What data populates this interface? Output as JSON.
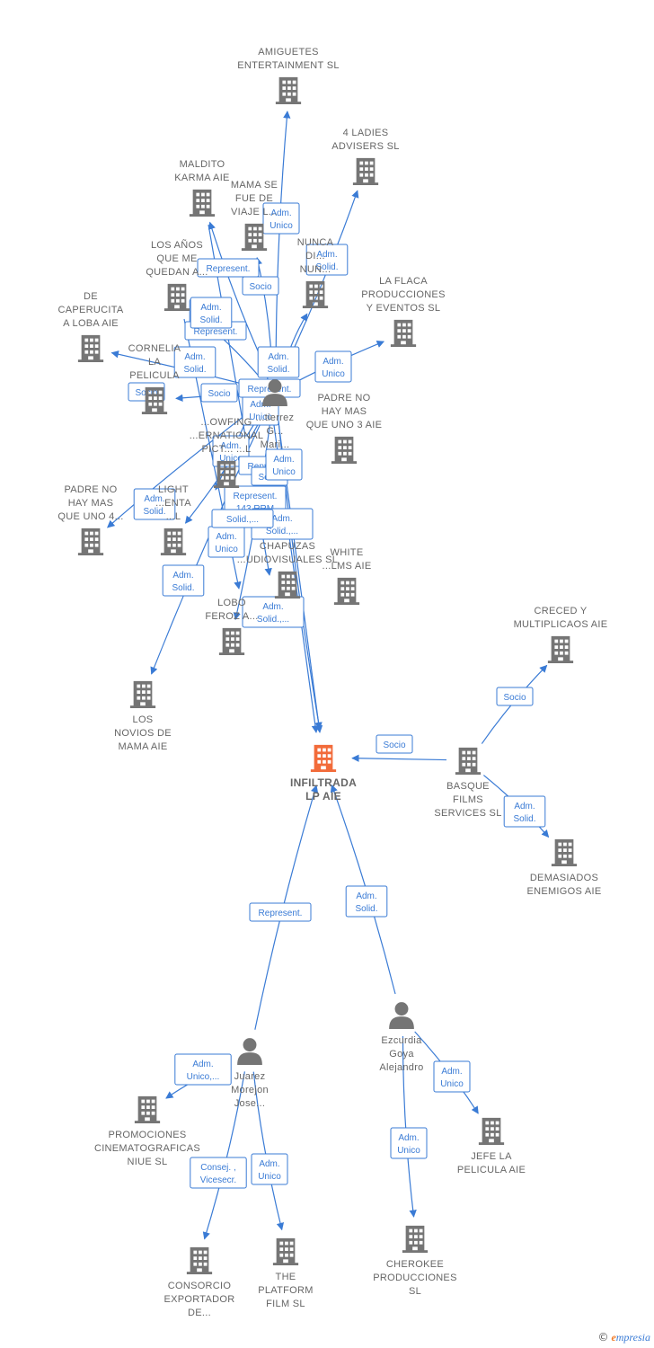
{
  "colors": {
    "node": "#757575",
    "focus": "#f26b3a",
    "edge": "#3a7bd5"
  },
  "nodes": [
    {
      "id": "amiguetes",
      "type": "company",
      "label": [
        "AMIGUETES",
        "ENTERTAINMENT SL"
      ]
    },
    {
      "id": "ladies",
      "type": "company",
      "label": [
        "4 LADIES",
        "ADVISERS  SL"
      ]
    },
    {
      "id": "maldito",
      "type": "company",
      "label": [
        "MALDITO",
        "KARMA AIE"
      ]
    },
    {
      "id": "mama",
      "type": "company",
      "label": [
        "MAMA SE",
        "FUE DE",
        "VIAJE L..."
      ]
    },
    {
      "id": "nunca",
      "type": "company",
      "label": [
        "NUNCA",
        "DI...",
        "NUN..."
      ]
    },
    {
      "id": "losanos",
      "type": "company",
      "label": [
        "LOS AÑOS",
        "QUE ME",
        "QUEDAN  A..."
      ]
    },
    {
      "id": "laflaca",
      "type": "company",
      "label": [
        "LA FLACA",
        "PRODUCCIONES",
        "Y EVENTOS  SL"
      ]
    },
    {
      "id": "caperucita",
      "type": "company",
      "label": [
        "DE",
        "CAPERUCITA",
        "A LOBA  AIE"
      ]
    },
    {
      "id": "cornelia",
      "type": "company",
      "label": [
        "CORNELIA",
        "LA",
        "PELICULA"
      ]
    },
    {
      "id": "gutierrez",
      "type": "person",
      "label": [
        "...tierrez",
        "G...",
        "Mari..."
      ]
    },
    {
      "id": "padre3",
      "type": "company",
      "label": [
        "PADRE NO",
        "HAY MAS",
        "QUE UNO 3 AIE"
      ]
    },
    {
      "id": "showfing",
      "type": "company",
      "label": [
        "...OWFING",
        "...ERNATIONAL",
        "PICT... ...L"
      ]
    },
    {
      "id": "padre4",
      "type": "company",
      "label": [
        "PADRE NO",
        "HAY MAS",
        "QUE UNO 4..."
      ]
    },
    {
      "id": "light",
      "type": "company",
      "label": [
        "LIGHT",
        "...ENTA",
        "...L"
      ]
    },
    {
      "id": "chapuzas",
      "type": "company",
      "label": [
        "CHAPUZAS",
        "...UDIOVISUALES SL"
      ]
    },
    {
      "id": "white",
      "type": "company",
      "label": [
        "WHITE",
        "...LMS AIE"
      ]
    },
    {
      "id": "lobo",
      "type": "company",
      "label": [
        "LOBO",
        "FEROZ  A..."
      ]
    },
    {
      "id": "novios",
      "type": "company",
      "label": [
        "LOS",
        "NOVIOS DE",
        "MAMA AIE"
      ]
    },
    {
      "id": "creced",
      "type": "company",
      "label": [
        "CRECED Y",
        "MULTIPLICAOS AIE"
      ]
    },
    {
      "id": "infiltrada",
      "type": "focus",
      "label": [
        "INFILTRADA",
        "LP AIE"
      ]
    },
    {
      "id": "basque",
      "type": "company",
      "label": [
        "BASQUE",
        "FILMS",
        "SERVICES  SL"
      ]
    },
    {
      "id": "demasiados",
      "type": "company",
      "label": [
        "DEMASIADOS",
        "ENEMIGOS  AIE"
      ]
    },
    {
      "id": "juarez",
      "type": "person",
      "label": [
        "Juarez",
        "Morejon",
        "Jose..."
      ]
    },
    {
      "id": "ezcurdia",
      "type": "person",
      "label": [
        "Ezcurdia",
        "Goya",
        "Alejandro"
      ]
    },
    {
      "id": "promociones",
      "type": "company",
      "label": [
        "PROMOCIONES",
        "CINEMATOGRAFICAS",
        "NIUE SL"
      ]
    },
    {
      "id": "jefe",
      "type": "company",
      "label": [
        "JEFE LA",
        "PELICULA AIE"
      ]
    },
    {
      "id": "consorcio",
      "type": "company",
      "label": [
        "CONSORCIO",
        "EXPORTADOR",
        "DE..."
      ]
    },
    {
      "id": "platform",
      "type": "company",
      "label": [
        "THE",
        "PLATFORM",
        "FILM  SL"
      ]
    },
    {
      "id": "cherokee",
      "type": "company",
      "label": [
        "CHEROKEE",
        "PRODUCCIONES",
        "SL"
      ]
    }
  ],
  "edges": [
    {
      "from": "gutierrez",
      "to": "amiguetes",
      "label": [
        "Adm.",
        "Unico"
      ]
    },
    {
      "from": "gutierrez",
      "to": "ladies",
      "label": [
        "Adm.",
        "Solid."
      ]
    },
    {
      "from": "gutierrez",
      "to": "maldito",
      "label": [
        "Represent."
      ]
    },
    {
      "from": "gutierrez",
      "to": "mama",
      "label": [
        "Socio"
      ]
    },
    {
      "from": "gutierrez",
      "to": "nunca",
      "label": [
        "Adm.",
        "Solid."
      ]
    },
    {
      "from": "gutierrez",
      "to": "losanos",
      "label": [
        "Adm.",
        "Solid."
      ]
    },
    {
      "from": "gutierrez",
      "to": "laflaca",
      "label": [
        "Adm.",
        "Unico"
      ]
    },
    {
      "from": "gutierrez",
      "to": "caperucita",
      "label": [
        "Socio"
      ]
    },
    {
      "from": "gutierrez",
      "to": "cornelia",
      "label": [
        "Adm.",
        "Solid."
      ]
    },
    {
      "from": "gutierrez",
      "to": "showfing",
      "label": [
        "Adm.",
        "Unico"
      ]
    },
    {
      "from": "gutierrez",
      "to": "padre4",
      "label": [
        "Adm.",
        "Solid."
      ]
    },
    {
      "from": "gutierrez",
      "to": "light",
      "label": [
        "Adm.",
        "Unico"
      ]
    },
    {
      "from": "gutierrez",
      "to": "novios",
      "label": [
        "Adm.",
        "Solid."
      ]
    },
    {
      "from": "gutierrez",
      "to": "lobo",
      "label": [
        "Adm.",
        "Unico"
      ]
    },
    {
      "from": "gutierrez",
      "to": "infiltrada",
      "label": [
        "Adm.",
        "Solid.,..."
      ]
    },
    {
      "from": "basque",
      "to": "infiltrada",
      "label": [
        "Socio"
      ]
    },
    {
      "from": "basque",
      "to": "creced",
      "label": [
        "Socio"
      ]
    },
    {
      "from": "basque",
      "to": "demasiados",
      "label": [
        "Adm.",
        "Solid."
      ]
    },
    {
      "from": "juarez",
      "to": "infiltrada",
      "label": [
        "Represent."
      ]
    },
    {
      "from": "ezcurdia",
      "to": "infiltrada",
      "label": [
        "Adm.",
        "Solid."
      ]
    },
    {
      "from": "juarez",
      "to": "promociones",
      "label": [
        "Adm.",
        "Unico,..."
      ]
    },
    {
      "from": "juarez",
      "to": "consorcio",
      "label": [
        "Consej. ,",
        "Vicesecr."
      ]
    },
    {
      "from": "juarez",
      "to": "platform",
      "label": [
        "Adm.",
        "Unico"
      ]
    },
    {
      "from": "ezcurdia",
      "to": "jefe",
      "label": [
        "Adm.",
        "Unico"
      ]
    },
    {
      "from": "ezcurdia",
      "to": "cherokee",
      "label": [
        "Adm.",
        "Unico"
      ]
    }
  ],
  "extra_labels": [
    [
      "Represent."
    ],
    [
      "Adm.",
      "Solid."
    ],
    [
      "Represent."
    ],
    [
      "Represent."
    ],
    [
      "Socio"
    ],
    [
      "Adm.",
      "Unico"
    ],
    [
      "Represent.",
      "143 RRM"
    ],
    [
      "Adm.",
      "Solid.,..."
    ],
    [
      "Socio"
    ],
    [
      "Solid.,..."
    ]
  ],
  "footer": {
    "copyright": "©",
    "brand_initial": "e",
    "brand_rest": "mpresia"
  }
}
